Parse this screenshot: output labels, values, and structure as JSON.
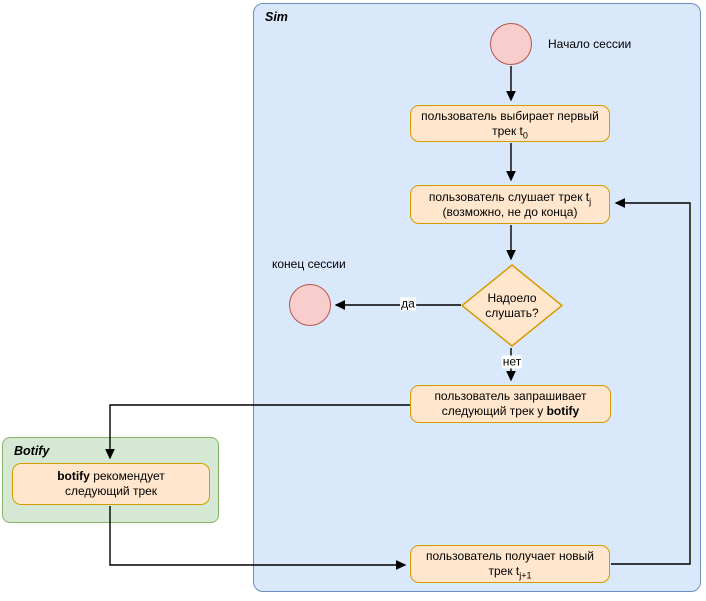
{
  "containers": {
    "sim": {
      "label": "Sim"
    },
    "botify": {
      "label": "Botify"
    }
  },
  "nodes": {
    "start": {
      "label": "Начало сессии"
    },
    "end": {
      "label": "конец сессии"
    },
    "select_first_track": {
      "line1": "пользователь выбирает первый",
      "line2_pre": "трек t",
      "line2_sub": "0"
    },
    "listen_track": {
      "line1_pre": "пользователь слушает трек t",
      "line1_sub": "j",
      "line2": "(возможно, не до конца)"
    },
    "decision": {
      "line1": "Надоело",
      "line2": "слушать?"
    },
    "request_next_track": {
      "line1": "пользователь запрашивает",
      "line2_pre": "следующий трек у ",
      "line2_bold": "botify"
    },
    "botify_recommends": {
      "line1_bold": "botify",
      "line1_post": " рекомендует",
      "line2": "следующий трек"
    },
    "receive_new_track": {
      "line1": "пользователь получает новый",
      "line2_pre": "трек t",
      "line2_sub": "j+1"
    }
  },
  "edge_labels": {
    "yes": "да",
    "no": "нет"
  },
  "colors": {
    "sim_fill": "#dae8fc",
    "sim_stroke": "#6c8ebf",
    "botify_fill": "#d5e8d4",
    "botify_stroke": "#82b366",
    "process_fill": "#ffe6cc",
    "process_stroke": "#d79b00",
    "terminal_fill": "#f8cecc",
    "terminal_stroke": "#b85450",
    "edge_stroke": "#000000"
  }
}
